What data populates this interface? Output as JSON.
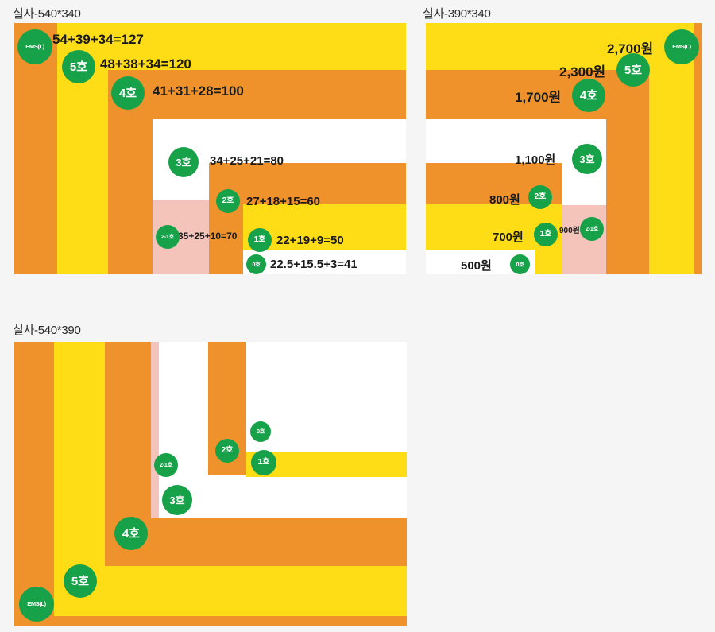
{
  "page": {
    "background": "#f5f5f5",
    "palette": {
      "orange": "#f0922b",
      "yellow": "#ffdd16",
      "white": "#ffffff",
      "pink": "#f4c4bb",
      "green": "#17a24a",
      "text": "#1a1a1a"
    }
  },
  "panels": [
    {
      "id": "panel-540-340",
      "title": "실사-540*340",
      "badges": [
        {
          "label": "EMS(L)"
        },
        {
          "label": "5호"
        },
        {
          "label": "4호"
        },
        {
          "label": "3호"
        },
        {
          "label": "2호"
        },
        {
          "label": "2-1호"
        },
        {
          "label": "1호"
        },
        {
          "label": "0호"
        }
      ],
      "formulas": [
        {
          "for": "EMS(L)",
          "text": "54+39+34=127"
        },
        {
          "for": "5호",
          "text": "48+38+34=120"
        },
        {
          "for": "4호",
          "text": "41+31+28=100"
        },
        {
          "for": "3호",
          "text": "34+25+21=80"
        },
        {
          "for": "2호",
          "text": "27+18+15=60"
        },
        {
          "for": "2-1호",
          "text": "35+25+10=70"
        },
        {
          "for": "1호",
          "text": "22+19+9=50"
        },
        {
          "for": "0호",
          "text": "22.5+15.5+3=41"
        }
      ]
    },
    {
      "id": "panel-390-340",
      "title": "실사-390*340",
      "badges": [
        {
          "label": "EMS(L)"
        },
        {
          "label": "5호"
        },
        {
          "label": "4호"
        },
        {
          "label": "3호"
        },
        {
          "label": "2호"
        },
        {
          "label": "2-1호"
        },
        {
          "label": "1호"
        },
        {
          "label": "0호"
        }
      ],
      "formulas": [
        {
          "for": "EMS(L)",
          "text": "2,700원"
        },
        {
          "for": "5호",
          "text": "2,300원"
        },
        {
          "for": "4호",
          "text": "1,700원"
        },
        {
          "for": "3호",
          "text": "1,100원"
        },
        {
          "for": "2호",
          "text": "800원"
        },
        {
          "for": "2-1호",
          "text": "900원"
        },
        {
          "for": "1호",
          "text": "700원"
        },
        {
          "for": "0호",
          "text": "500원"
        }
      ]
    },
    {
      "id": "panel-540-390",
      "title": "실사-540*390",
      "badges": [
        {
          "label": "EMS(L)"
        },
        {
          "label": "5호"
        },
        {
          "label": "4호"
        },
        {
          "label": "3호"
        },
        {
          "label": "2-1호"
        },
        {
          "label": "2호"
        },
        {
          "label": "1호"
        },
        {
          "label": "0호"
        }
      ],
      "formulas": []
    }
  ],
  "labels": {
    "p1_title": "실사-540*340",
    "p2_title": "실사-390*340",
    "p3_title": "실사-540*390",
    "p1_ems": "EMS(L)",
    "p1_5": "5호",
    "p1_4": "4호",
    "p1_3": "3호",
    "p1_2": "2호",
    "p1_21": "2-1호",
    "p1_1": "1호",
    "p1_0": "0호",
    "p1_f_ems": "54+39+34=127",
    "p1_f_5": "48+38+34=120",
    "p1_f_4": "41+31+28=100",
    "p1_f_3": "34+25+21=80",
    "p1_f_2": "27+18+15=60",
    "p1_f_21": "35+25+10=70",
    "p1_f_1": "22+19+9=50",
    "p1_f_0": "22.5+15.5+3=41",
    "p2_ems": "EMS(L)",
    "p2_5": "5호",
    "p2_4": "4호",
    "p2_3": "3호",
    "p2_2": "2호",
    "p2_21": "2-1호",
    "p2_1": "1호",
    "p2_0": "0호",
    "p2_f_ems": "2,700원",
    "p2_f_5": "2,300원",
    "p2_f_4": "1,700원",
    "p2_f_3": "1,100원",
    "p2_f_2": "800원",
    "p2_f_21": "900원",
    "p2_f_1": "700원",
    "p2_f_0": "500원",
    "p3_ems": "EMS(L)",
    "p3_5": "5호",
    "p3_4": "4호",
    "p3_3": "3호",
    "p3_21": "2-1호",
    "p3_2": "2호",
    "p3_1": "1호",
    "p3_0": "0호"
  }
}
